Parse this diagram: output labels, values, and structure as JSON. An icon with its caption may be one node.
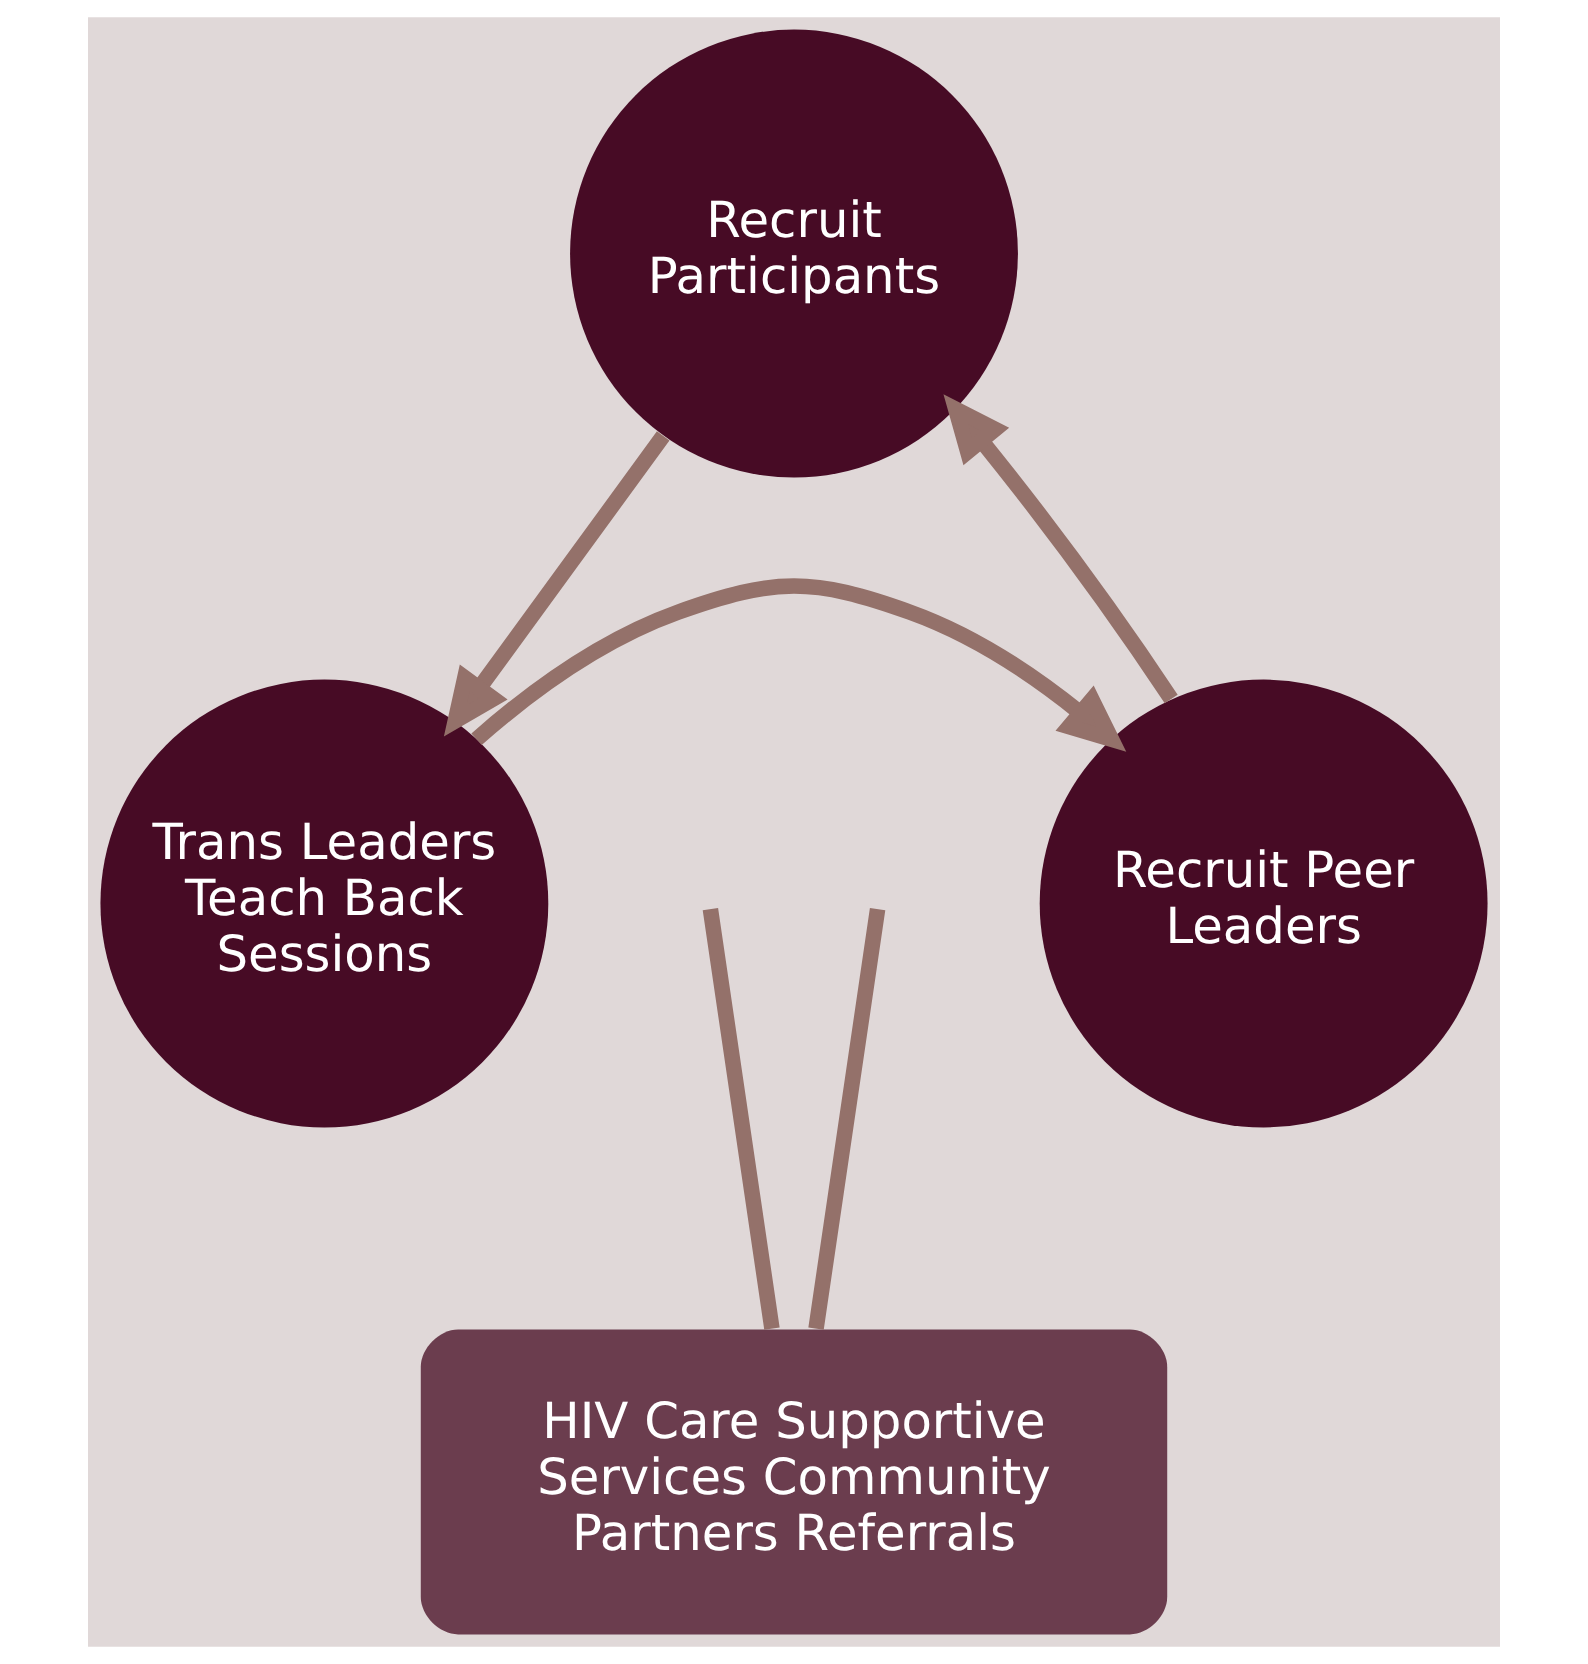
{
  "diagram": {
    "nodes": [
      {
        "text": [
          "Recruit Participants"
        ]
      },
      {
        "text": [
          "Trans Leaders Teach Back Sessions"
        ]
      },
      {
        "text": [
          "Recruit Peer Leaders"
        ]
      },
      {
        "text": [
          "HIV Care Supportive Services Community Partners Referrals"
        ]
      }
    ],
    "edges": [
      {
        "from": 0,
        "to": 1,
        "arrow": "to"
      },
      {
        "from": 1,
        "to": 2,
        "arrow": "to"
      },
      {
        "from": 2,
        "to": 0,
        "arrow": "to"
      },
      {
        "from": 3,
        "to": null,
        "arrow": "none"
      },
      {
        "from": 3,
        "to": null,
        "arrow": "none"
      }
    ]
  }
}
